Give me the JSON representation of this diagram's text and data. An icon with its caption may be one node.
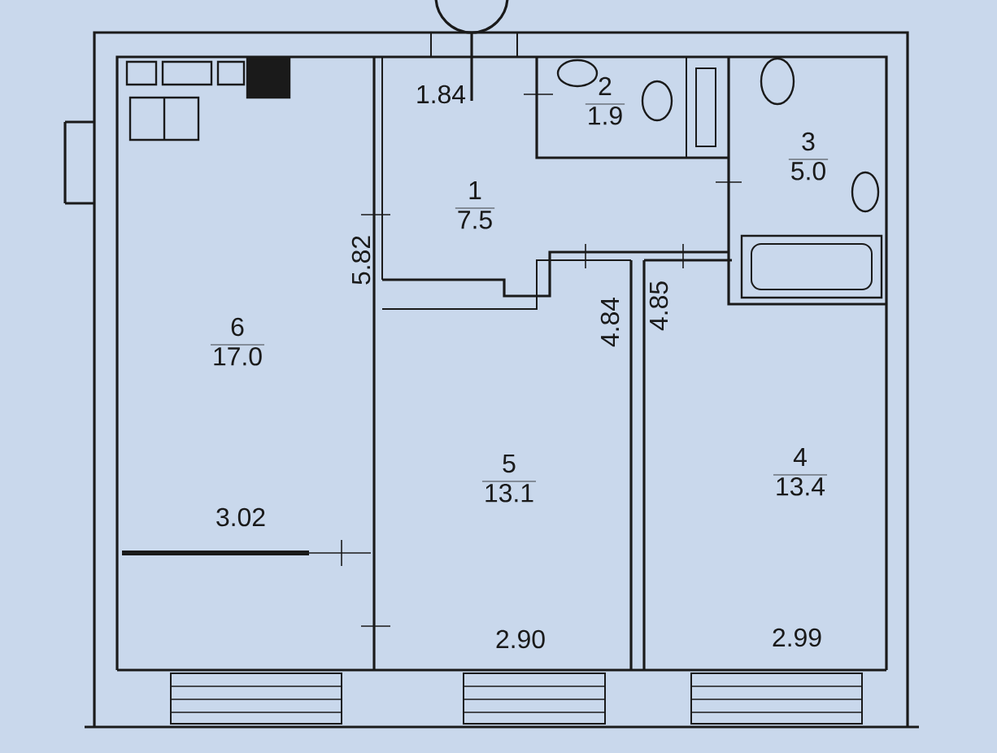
{
  "diagram": {
    "nodes": [
      {
        "text": [
          "1",
          "7.5"
        ]
      },
      {
        "text": [
          "2",
          "1.9"
        ]
      },
      {
        "text": [
          "3",
          "5.0"
        ]
      },
      {
        "text": [
          "4",
          "13.4"
        ]
      },
      {
        "text": [
          "5",
          "13.1"
        ]
      },
      {
        "text": [
          "6",
          "17.0"
        ]
      }
    ],
    "labels": [
      "1.84",
      "5.82",
      "4.84",
      "4.85",
      "3.02",
      "2.90",
      "2.99"
    ]
  }
}
